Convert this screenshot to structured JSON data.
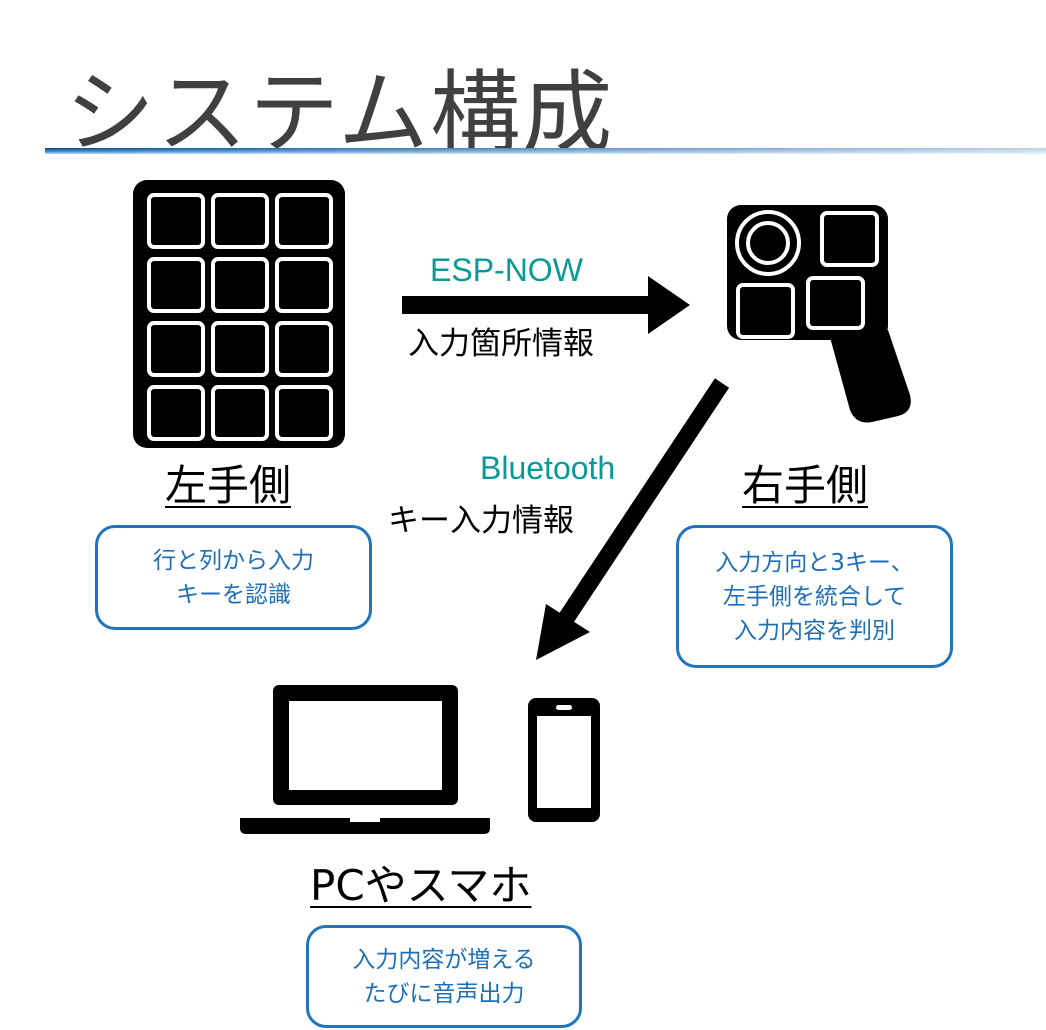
{
  "title": "システム構成",
  "left": {
    "label": "左手側",
    "desc": [
      "行と列から入力",
      "キーを認識"
    ]
  },
  "right": {
    "label": "右手側",
    "desc": [
      "入力方向と3キー、",
      "左手側を統合して",
      "入力内容を判別"
    ]
  },
  "target": {
    "label": "PCやスマホ",
    "desc": [
      "入力内容が増える",
      "たびに音声出力"
    ]
  },
  "link_left_right": {
    "protocol": "ESP-NOW",
    "payload": "入力箇所情報"
  },
  "link_right_target": {
    "protocol": "Bluetooth",
    "payload": "キー入力情報"
  },
  "colors": {
    "protocol": "#0a9a96",
    "box": "#1f74c0",
    "title": "#404040"
  }
}
